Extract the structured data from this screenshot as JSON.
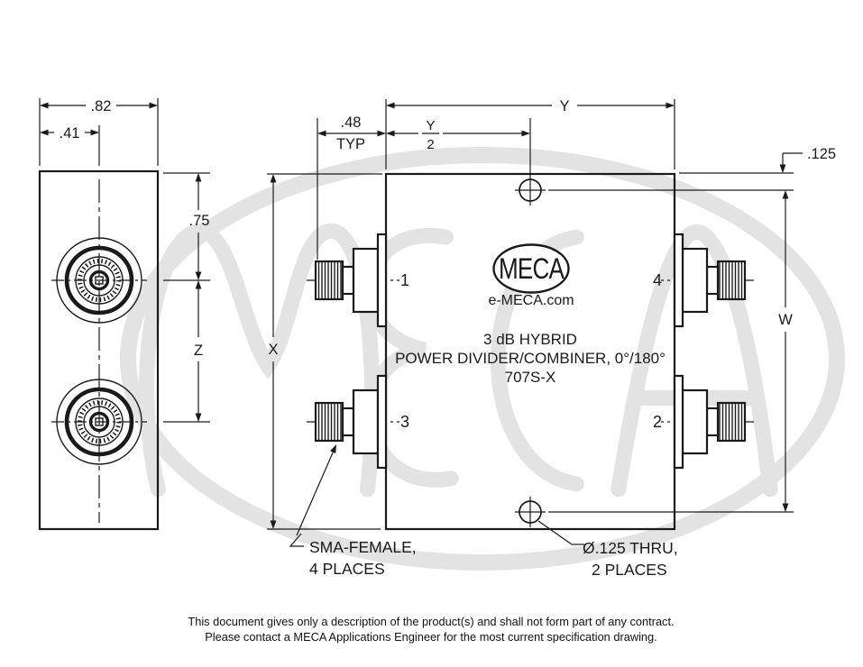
{
  "colors": {
    "line": "#1a1a1a",
    "watermark": "#e3e3e3"
  },
  "left_view": {
    "dim_width": ".82",
    "dim_half_width": ".41",
    "dim_top_offset": ".75",
    "dim_port_spacing": "Z"
  },
  "front_view": {
    "dim_body_width": "Y",
    "dim_half_num": "Y",
    "dim_half_den": "2",
    "dim_body_height": "X",
    "dim_hole_span": "W",
    "dim_conn_length": ".48",
    "dim_conn_typ": "TYP",
    "dim_hole_offset": ".125",
    "port1": "1",
    "port2": "2",
    "port3": "3",
    "port4": "4",
    "logo_text": "MECA",
    "logo_site": "e-MECA.com",
    "title_line1": "3 dB HYBRID",
    "title_line2": "POWER DIVIDER/COMBINER, 0°/180°",
    "title_line3": "707S-X",
    "callout_sma_line1": "SMA-FEMALE,",
    "callout_sma_line2": "4 PLACES",
    "callout_hole_line1": "Ø.125 THRU,",
    "callout_hole_line2": "2 PLACES"
  },
  "footer": {
    "line1": "This document gives only a description of the product(s) and shall not form part of any contract.",
    "line2": "Please contact a MECA Applications Engineer for the most current specification drawing."
  }
}
